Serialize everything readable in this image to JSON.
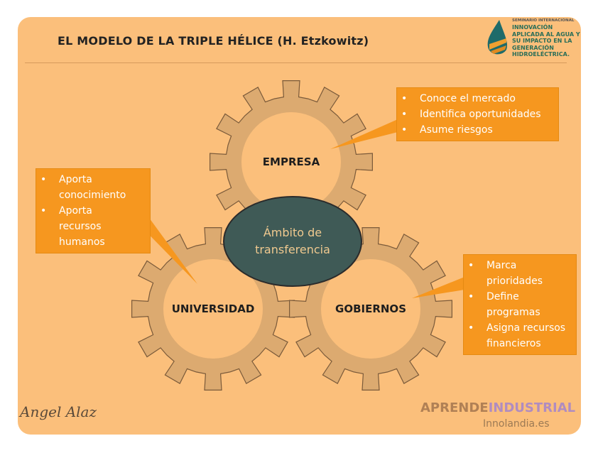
{
  "slide": {
    "title": "EL MODELO DE LA TRIPLE HÉLICE (H. Etzkowitz)",
    "logo": {
      "line1": "SEMINARIO INTERNACIONAL",
      "line2": "INNOVACIÓN APLICADA AL AGUA Y SU IMPACTO EN LA GENERACIÓN HIDROELÉCTRICA."
    },
    "gears": {
      "empresa": "EMPRESA",
      "universidad": "UNIVERSIDAD",
      "gobiernos": "GOBIERNOS"
    },
    "center": {
      "line1": "Ámbito de",
      "line2": "transferencia"
    },
    "callouts": {
      "empresa": [
        "Conoce el mercado",
        "Identifica oportunidades",
        "Asume riesgos"
      ],
      "universidad": [
        "Aporta conocimiento",
        "Aporta recursos humanos"
      ],
      "gobiernos": [
        "Marca prioridades",
        "Define programas",
        "Asigna recursos financieros"
      ]
    },
    "signature": "Angel Alaz",
    "brand": {
      "part1": "APRENDE",
      "part2": "INDUSTRIAL",
      "site": "Innolandia.es"
    }
  },
  "colors": {
    "background": "#fbbf7b",
    "gear": "#dcaa70",
    "ellipse": "#3f5a56",
    "callout": "#f6971f"
  }
}
